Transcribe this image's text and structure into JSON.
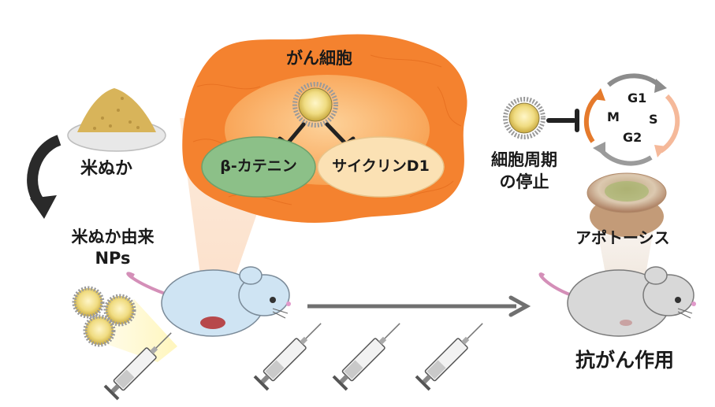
{
  "labels": {
    "rice_bran": "米ぬか",
    "nps_line1": "米ぬか由来",
    "nps_line2": "NPs",
    "cancer_cell": "がん細胞",
    "beta_catenin": "β-カテニン",
    "cyclin_d1": "サイクリンD1",
    "cell_cycle_line1": "細胞周期",
    "cell_cycle_line2": "の停止",
    "apoptosis": "アポトーシス",
    "antitumor": "抗がん作用"
  },
  "cell_cycle": {
    "g1": "G1",
    "s": "S",
    "g2": "G2",
    "m": "M"
  },
  "colors": {
    "cancer_outer": "#f4822f",
    "cancer_inner": "#fbb36b",
    "beta_catenin_fill": "#8cc088",
    "cyclin_fill": "#fbe1b4",
    "mouse_treated": "#cfe4f3",
    "mouse_control": "#d8d8d8",
    "arrow": "#707070",
    "nanoparticle": "#e8d27a"
  },
  "syringes": {
    "count": 4
  }
}
